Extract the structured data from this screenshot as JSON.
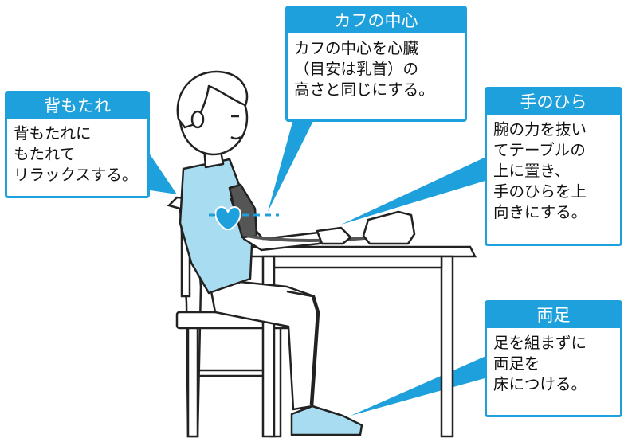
{
  "callouts": {
    "backrest": {
      "title": "背もたれ",
      "text": "背もたれに\nもたれて\nリラックスする。"
    },
    "cuff": {
      "title": "カフの中心",
      "text": "カフの中心を心臓\n（目安は乳首）の\n高さと同じにする。"
    },
    "palm": {
      "title": "手のひら",
      "text": "腕の力を抜い\nてテーブルの\n上に置き、\n手のひらを上\n向きにする。"
    },
    "feet": {
      "title": "両足",
      "text": "足を組まずに\n両足を\n床につける。"
    }
  },
  "colors": {
    "accent": "#1ea0dc",
    "shirt": "#a8dcf0",
    "heart": "#1ea0dc",
    "cuff": "#555555",
    "outline": "#222222"
  }
}
